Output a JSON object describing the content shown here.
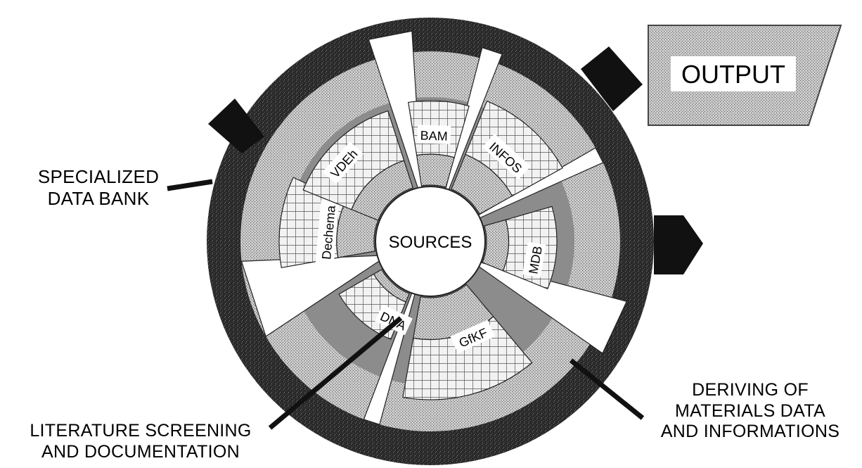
{
  "diagram": {
    "center_label": "SOURCES",
    "output_label": "OUTPUT",
    "sectors": [
      {
        "name": "BAM"
      },
      {
        "name": "INFOS"
      },
      {
        "name": "MDB"
      },
      {
        "name": "GfKF"
      },
      {
        "name": "DNA"
      },
      {
        "name": "Dechema"
      },
      {
        "name": "VDEh"
      }
    ],
    "callouts": {
      "specialized_data_bank": [
        "SPECIALIZED",
        "DATA BANK"
      ],
      "literature_screening": [
        "LITERATURE SCREENING",
        "AND DOCUMENTATION"
      ],
      "deriving": [
        "DERIVING OF",
        "MATERIALS DATA",
        "AND INFORMATIONS"
      ]
    },
    "colors": {
      "outer_ring": "#2b2b2b",
      "stipple": "#b4b4b4",
      "hatch": "#777777",
      "background": "#ffffff"
    }
  }
}
